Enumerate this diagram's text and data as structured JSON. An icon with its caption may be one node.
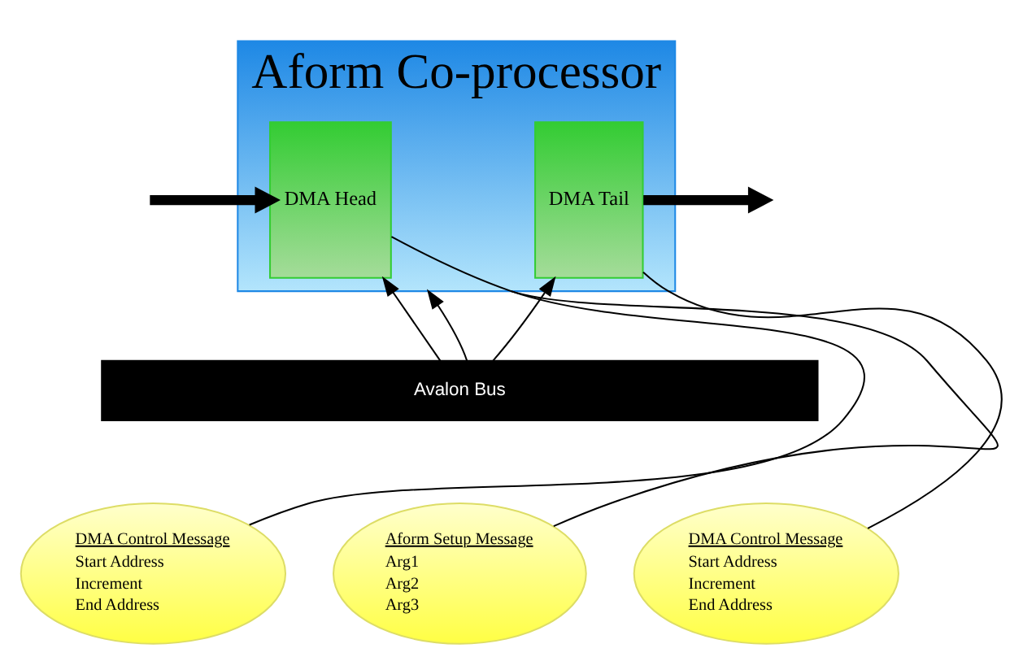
{
  "diagram": {
    "nodes": [
      {
        "text": [
          "Aform Co-processor"
        ]
      },
      {
        "text": [
          "DMA Head"
        ],
        "in": 0
      },
      {
        "text": [
          "DMA Tail"
        ],
        "in": 0
      },
      {
        "text": [
          "Avalon Bus"
        ]
      },
      {
        "text": [
          "DMA Control Message",
          "Start Address",
          "Increment",
          "End Address"
        ]
      },
      {
        "text": [
          "Aform Setup Message",
          "Arg1",
          "Arg2",
          "Arg3"
        ]
      },
      {
        "text": [
          "DMA Control Message",
          "Start Address",
          "Increment",
          "End Address"
        ]
      }
    ],
    "edges": [
      {
        "from": null,
        "to": 1,
        "arrow": "to",
        "style": "thick"
      },
      {
        "from": 2,
        "to": null,
        "arrow": "to",
        "style": "thick"
      },
      {
        "from": 3,
        "to": 1,
        "arrow": "to"
      },
      {
        "from": 3,
        "to": 0,
        "arrow": "to"
      },
      {
        "from": 3,
        "to": 2,
        "arrow": "to"
      },
      {
        "from": 4,
        "to": 1,
        "arrow": "none"
      },
      {
        "from": 5,
        "to": 0,
        "arrow": "none"
      },
      {
        "from": 6,
        "to": 2,
        "arrow": "none"
      }
    ]
  }
}
